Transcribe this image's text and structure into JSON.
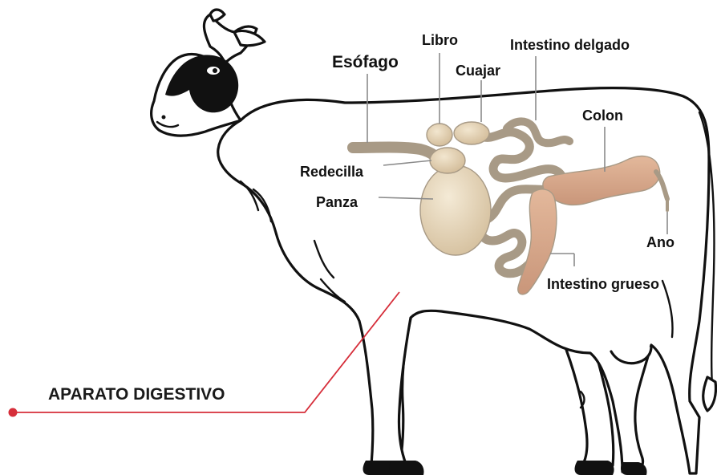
{
  "title": "APARATO DIGESTIVO",
  "labels": {
    "esofago": "Esófago",
    "libro": "Libro",
    "cuajar": "Cuajar",
    "intestino_delgado": "Intestino delgado",
    "colon": "Colon",
    "redecilla": "Redecilla",
    "panza": "Panza",
    "ano": "Ano",
    "intestino_grueso": "Intestino grueso"
  },
  "colors": {
    "accent": "#d62e3a",
    "outline": "#111111",
    "organ_light": "#ece0c8",
    "organ_mid": "#d8c2a2",
    "colon": "#d9aa8c",
    "intestine": "#e6dcc4",
    "patch": "#111111"
  }
}
